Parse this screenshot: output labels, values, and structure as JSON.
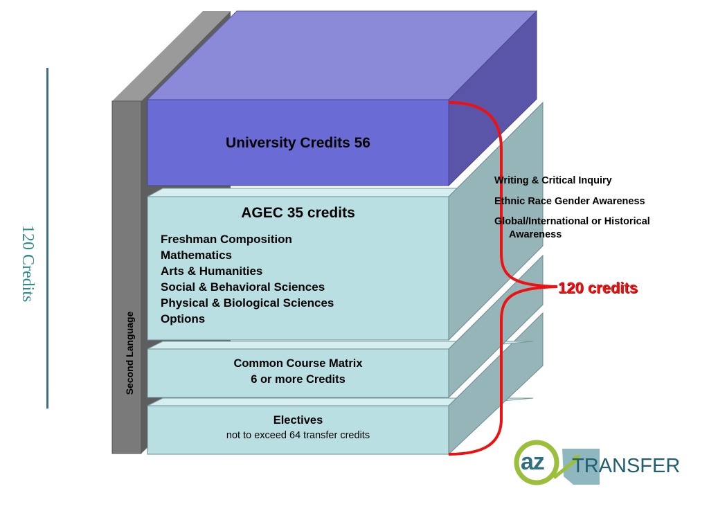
{
  "side_title": "120 Credits",
  "second_language": "Second Language",
  "university": {
    "label": "University Credits  56"
  },
  "agec": {
    "title": "AGEC 35 credits",
    "items": [
      "Freshman Composition",
      "Mathematics",
      "Arts & Humanities",
      "Social & Behavioral Sciences",
      "Physical & Biological Sciences",
      "Options"
    ]
  },
  "ccm": {
    "line1": "Common Course Matrix",
    "line2": "6 or more Credits"
  },
  "electives": {
    "title": "Electives",
    "subtitle": "not to exceed 64 transfer credits"
  },
  "requirements": [
    "Writing & Critical Inquiry",
    "Ethnic Race Gender Awareness",
    "Global/International or Historical",
    "Awareness"
  ],
  "total_label": "120 credits",
  "logo": {
    "az": "az",
    "transfer": "TRANSFER"
  },
  "colors": {
    "university_front": "#6b6bd6",
    "university_top": "#8a8ad9",
    "university_side": "#5a55a8",
    "block_front": "#b9dfe2",
    "block_side": "#95b5b8",
    "block_top": "#d6eef0",
    "second_lang_front": "#7a7a7a",
    "second_lang_top": "#9a9a9a",
    "second_lang_side": "#5e5e5e",
    "brace": "#ee1111"
  }
}
